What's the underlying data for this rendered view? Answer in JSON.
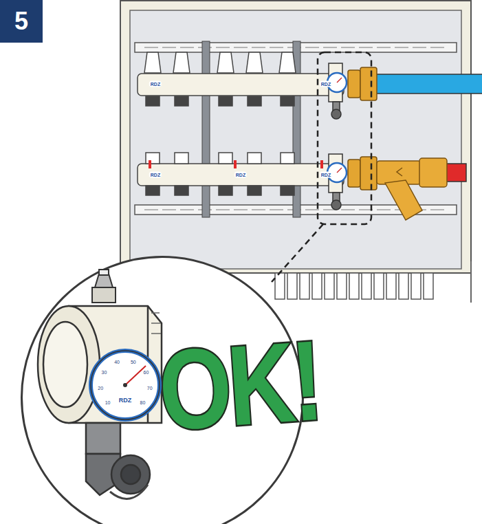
{
  "diagram": {
    "nodes": [
      {
        "text": [
          "5"
        ]
      },
      {
        "text": [
          "OK!"
        ]
      }
    ],
    "labels": [
      "RDZ",
      "RDZ",
      "RDZ",
      "RDZ",
      "RDZ",
      "10",
      "20",
      "30",
      "40",
      "50",
      "60",
      "70",
      "80",
      "RDZ"
    ]
  }
}
